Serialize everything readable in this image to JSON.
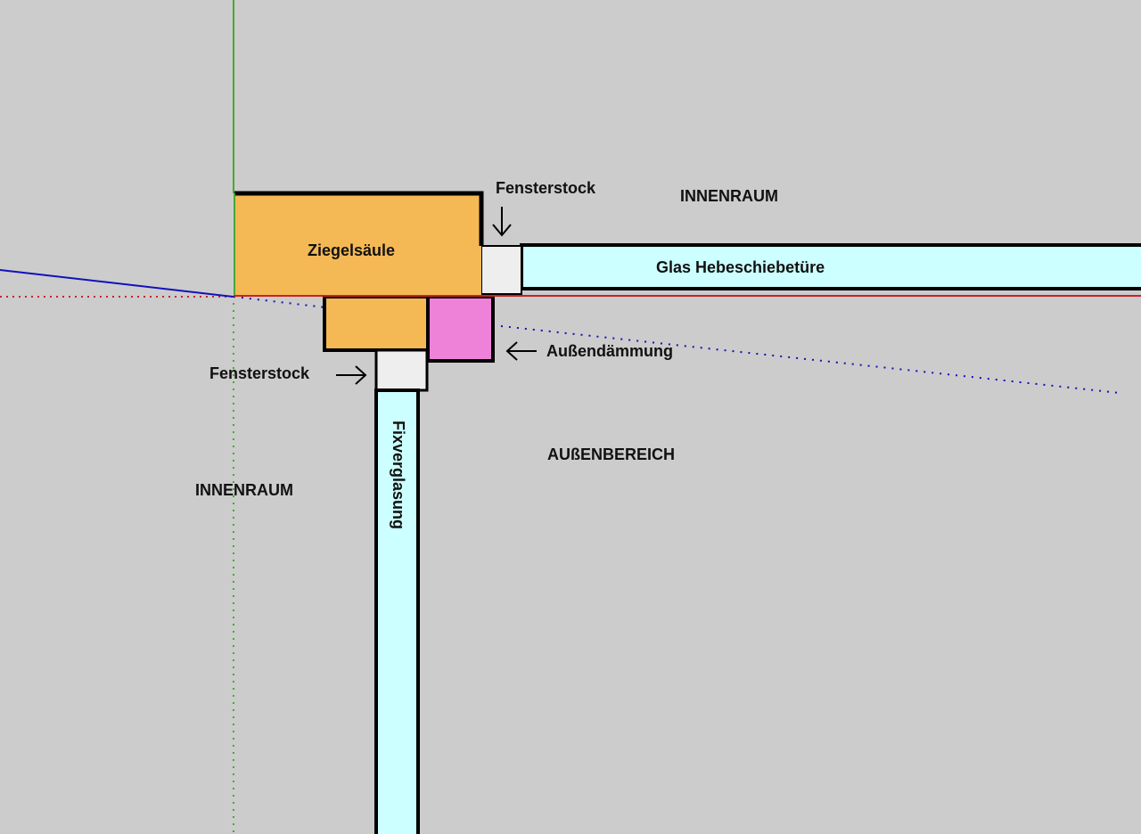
{
  "labels": {
    "ziegelsaeule": "Ziegelsäule",
    "fensterstock_top": "Fensterstock",
    "fensterstock_left": "Fensterstock",
    "innenraum_top": "INNENRAUM",
    "innenraum_left": "INNENRAUM",
    "glas": "Glas Hebeschiebetüre",
    "aussendaemmung": "Außendämmung",
    "aussenbereich": "AUßENBEREICH",
    "fixverglasung": "Fixverglasung"
  },
  "colors": {
    "background": "#cccccc",
    "brick": "#f4b955",
    "insulation": "#ee82d8",
    "frame": "#eeeeee",
    "glass": "#ccffff",
    "axis_green": "#44aa33",
    "axis_red": "#cc2222",
    "axis_blue": "#1111bb"
  }
}
